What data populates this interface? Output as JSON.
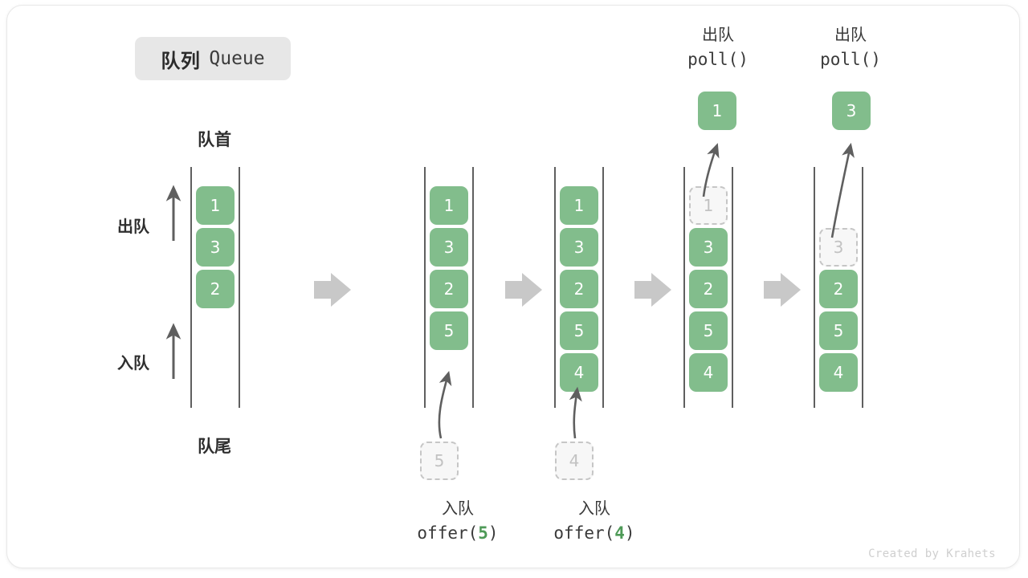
{
  "title": {
    "cn": "队列",
    "en": "Queue"
  },
  "labels": {
    "head": "队首",
    "tail": "队尾",
    "dequeue_side": "出队",
    "enqueue_side": "入队"
  },
  "colors": {
    "element_green": "#82bd8c",
    "ghost_gray": "#c6c6c6",
    "arrow_gray": "#c8c8c8",
    "stroke_dark": "#5f5f5f",
    "badge_bg": "#e7e7e7",
    "accent_code_green": "#4e9a57"
  },
  "columns": [
    {
      "name": "initial-queue",
      "items": [
        "1",
        "3",
        "2"
      ],
      "ghost_index": -1,
      "popped": null,
      "incoming": null
    },
    {
      "name": "after-offer-5",
      "items": [
        "1",
        "3",
        "2",
        "5"
      ],
      "ghost_index": -1,
      "popped": null,
      "incoming": "5"
    },
    {
      "name": "after-offer-4",
      "items": [
        "1",
        "3",
        "2",
        "5",
        "4"
      ],
      "ghost_index": -1,
      "popped": null,
      "incoming": "4"
    },
    {
      "name": "after-poll-1",
      "items": [
        "1",
        "3",
        "2",
        "5",
        "4"
      ],
      "ghost_index": 0,
      "popped": "1",
      "incoming": null
    },
    {
      "name": "after-poll-3",
      "items": [
        "3",
        "2",
        "5",
        "4"
      ],
      "ghost_index": 0,
      "popped": "3",
      "incoming": null
    }
  ],
  "operations": {
    "offer_5": {
      "cn": "入队",
      "fn": "offer(",
      "arg": "5",
      "close": ")"
    },
    "offer_4": {
      "cn": "入队",
      "fn": "offer(",
      "arg": "4",
      "close": ")"
    },
    "poll_1": {
      "cn": "出队",
      "code": "poll()"
    },
    "poll_2": {
      "cn": "出队",
      "code": "poll()"
    }
  },
  "watermark": "Created by Krahets"
}
